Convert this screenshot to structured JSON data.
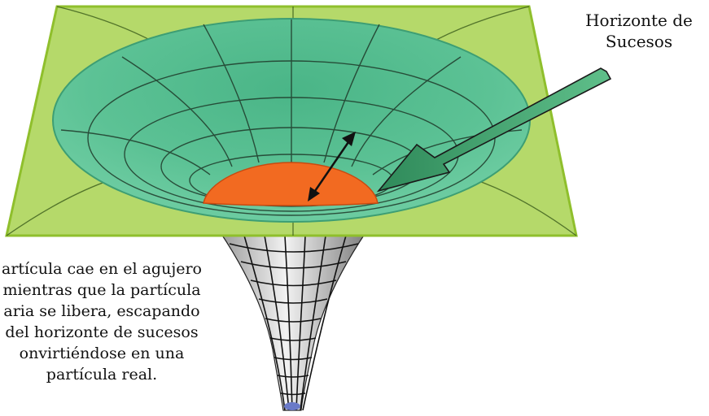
{
  "labels": {
    "horizon_line1": "Horizonte de",
    "horizon_line2": "Sucesos"
  },
  "caption": {
    "lines": [
      "artícula cae en el agujero",
      "mientras que la partícula",
      "aria se libera, escapando",
      "del horizonte de sucesos",
      "onvirtiéndose en una",
      "partícula real."
    ]
  },
  "colors": {
    "plane": "#b5d96a",
    "plane_border": "#8fbf2c",
    "funnel": "#4fb98a",
    "horizon_disk": "#f26a21",
    "arrow_green": "#3a9a6a",
    "grid_lines": "#1f3a2a"
  }
}
